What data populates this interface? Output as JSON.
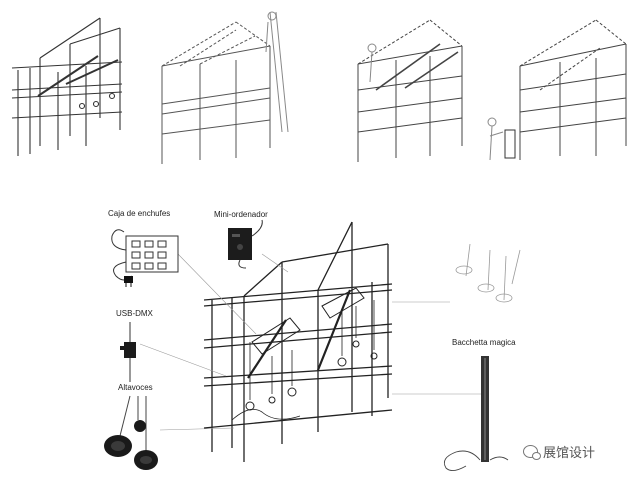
{
  "labels": {
    "caja": "Caja de enchufes",
    "mini": "Mini-ordenador",
    "usb": "USB-DMX",
    "altavoces": "Altavoces",
    "bacchetta": "Bacchetta magica"
  },
  "watermark": "展馆设计",
  "icons": [
    "power-strip-icon",
    "plug-icon",
    "mini-computer-icon",
    "usb-dmx-icon",
    "speaker-icon",
    "magic-wand-icon",
    "wechat-icon"
  ],
  "colors": {
    "line": "#222222",
    "sketch": "#8a8a8a",
    "leader": "#9a9a9a",
    "background": "#ffffff"
  }
}
